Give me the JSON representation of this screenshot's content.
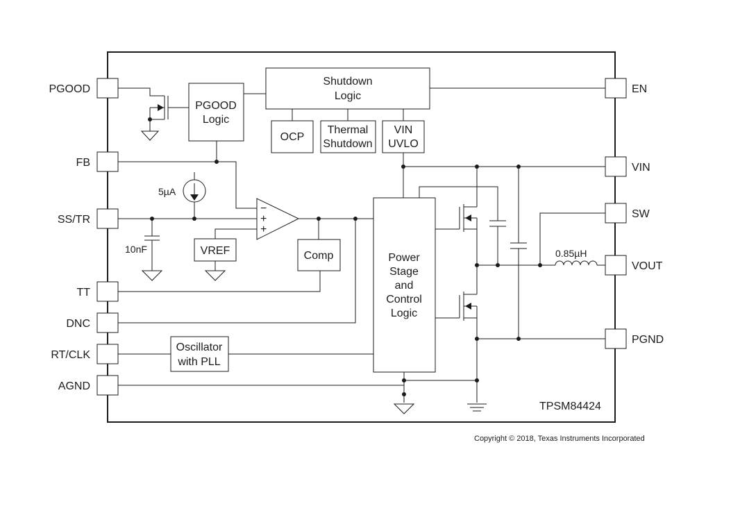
{
  "pins_left": {
    "pgood": "PGOOD",
    "fb": "FB",
    "ss_tr": "SS/TR",
    "tt": "TT",
    "dnc": "DNC",
    "rt_clk": "RT/CLK",
    "agnd": "AGND"
  },
  "pins_right": {
    "en": "EN",
    "vin": "VIN",
    "sw": "SW",
    "vout": "VOUT",
    "pgnd": "PGND"
  },
  "blocks": {
    "shutdown_logic": [
      "Shutdown",
      "Logic"
    ],
    "pgood_logic": [
      "PGOOD",
      "Logic"
    ],
    "ocp": "OCP",
    "thermal_shutdown": [
      "Thermal",
      "Shutdown"
    ],
    "vin_uvlo": [
      "VIN",
      "UVLO"
    ],
    "vref": "VREF",
    "comp": "Comp",
    "oscillator": [
      "Oscillator",
      "with PLL"
    ],
    "power_stage": [
      "Power",
      "Stage",
      "and",
      "Control",
      "Logic"
    ]
  },
  "components": {
    "current_source": "5µA",
    "ss_capacitor": "10nF",
    "inductor": "0.85µH",
    "amp_minus": "−",
    "amp_plus_1": "+",
    "amp_plus_2": "+"
  },
  "part_number": "TPSM84424",
  "copyright": "Copyright © 2018, Texas Instruments Incorporated"
}
